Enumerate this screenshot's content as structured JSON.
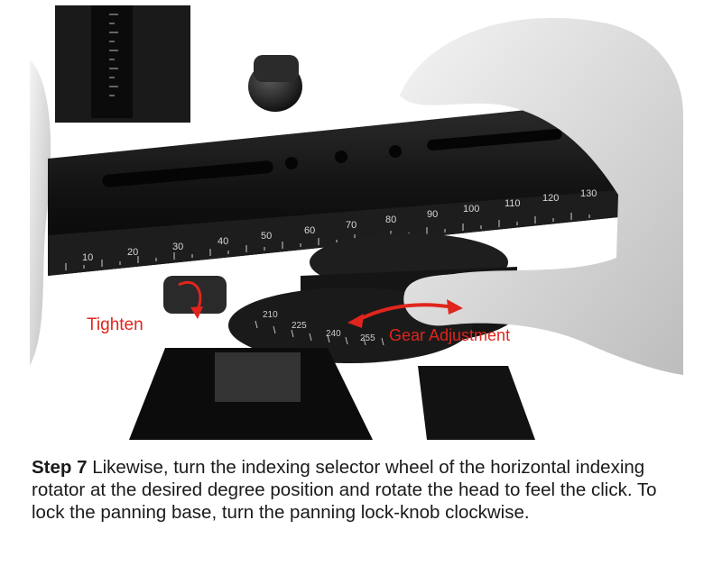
{
  "photo": {
    "labels": {
      "tighten": "Tighten",
      "gear": "Gear Adjustment"
    },
    "rail_ticks": [
      "10",
      "20",
      "30",
      "40",
      "50",
      "60",
      "70",
      "80",
      "90",
      "100",
      "110",
      "120",
      "130"
    ],
    "base_ticks": [
      "210",
      "225",
      "240",
      "255"
    ],
    "accent_color": "#e0251c"
  },
  "caption": {
    "step": "Step 7",
    "text": " Likewise, turn the indexing selector wheel of the horizontal indexing rotator at the desired degree position and rotate the head to feel the click. To lock the panning base, turn the panning lock-knob clockwise."
  }
}
